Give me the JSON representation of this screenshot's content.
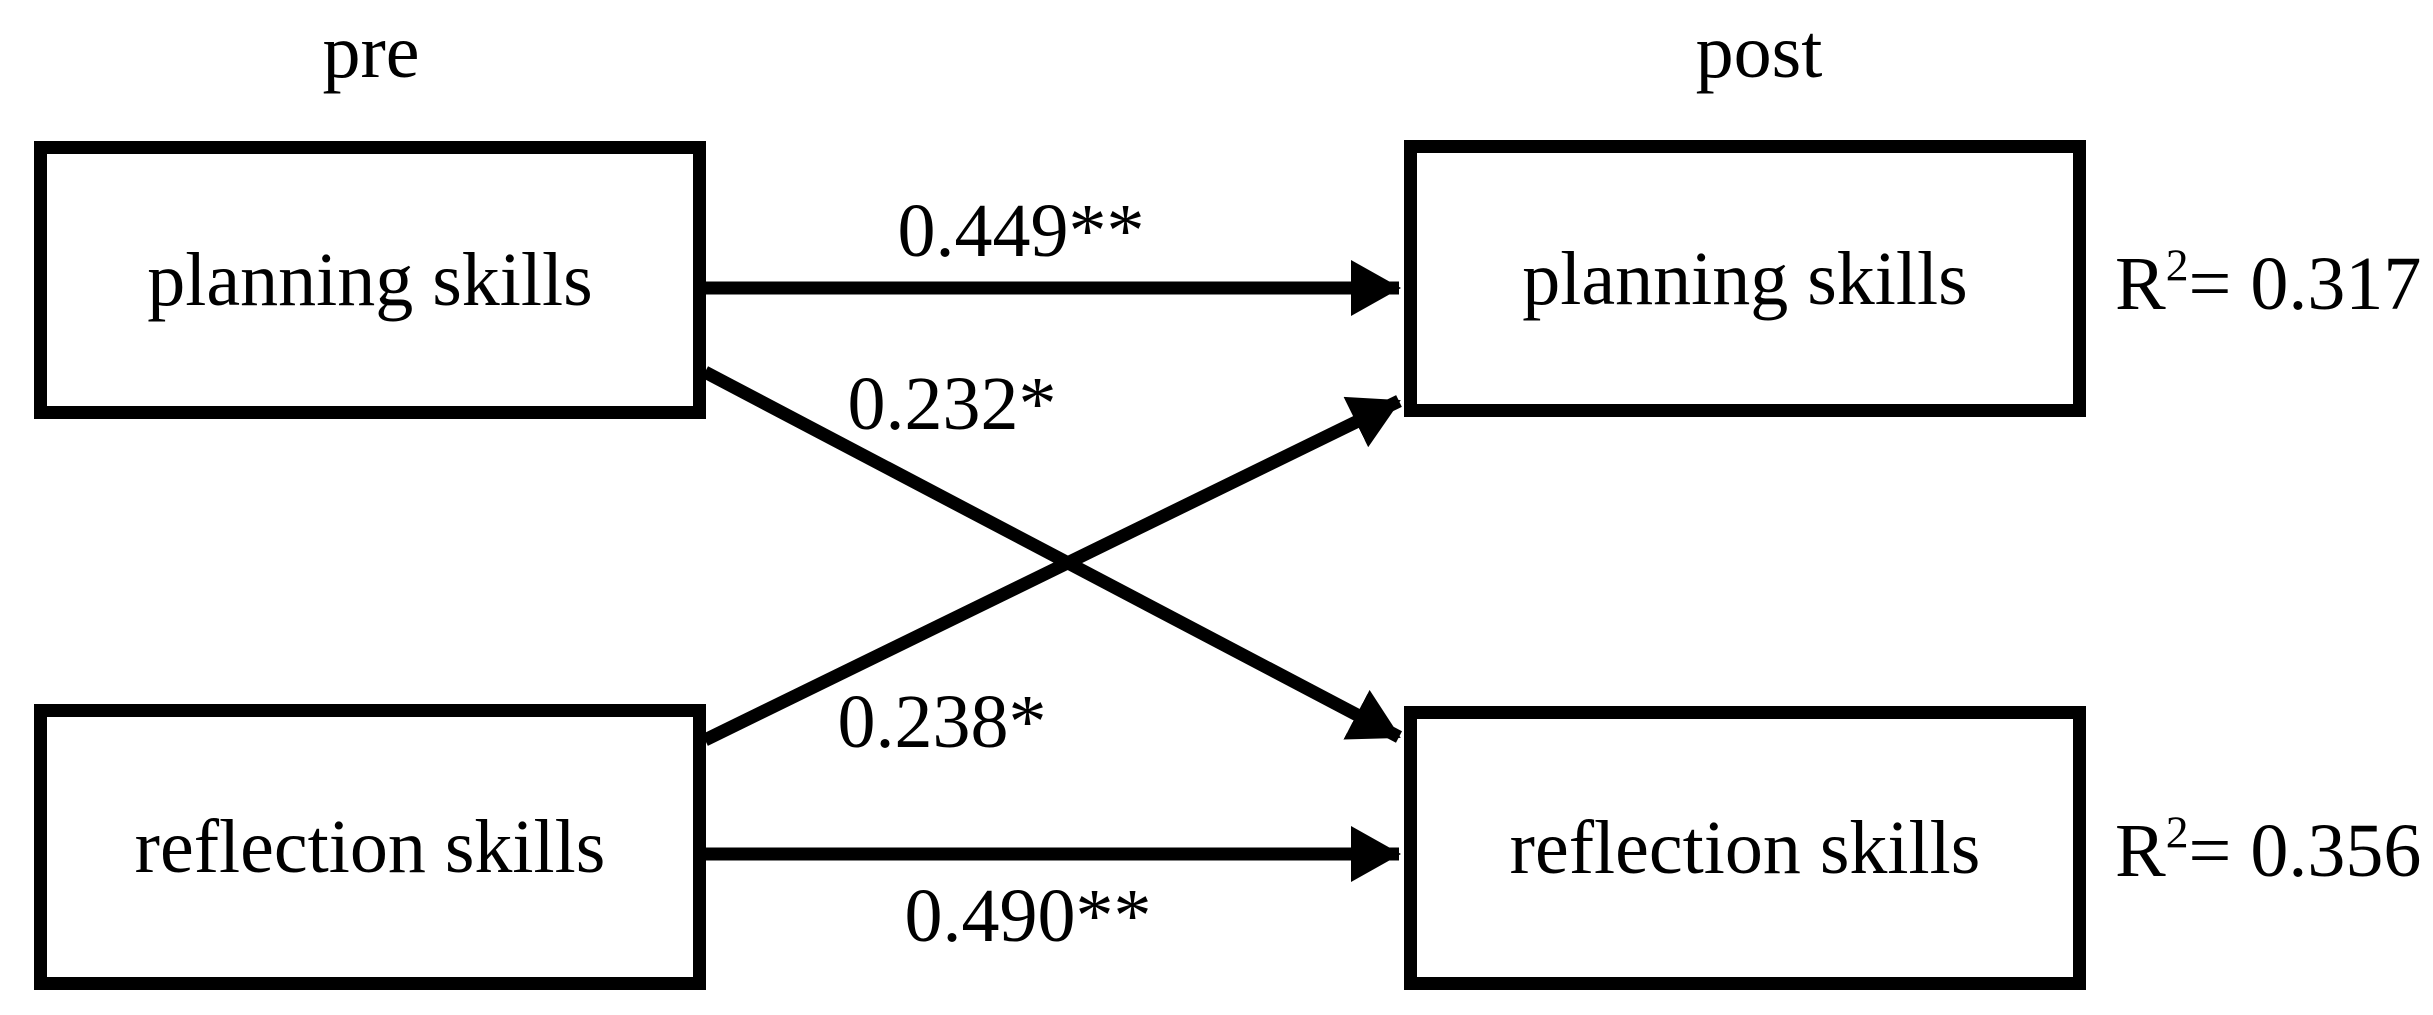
{
  "diagram": {
    "type": "path-model",
    "columns": {
      "pre": "pre",
      "post": "post"
    },
    "boxes": {
      "pre_planning": {
        "label": "planning skills"
      },
      "pre_reflection": {
        "label": "reflection skills"
      },
      "post_planning": {
        "label": "planning skills"
      },
      "post_reflection": {
        "label": "reflection skills"
      }
    },
    "paths": {
      "planning_to_planning": {
        "label": "0.449**"
      },
      "planning_to_reflection": {
        "label": "0.232*"
      },
      "reflection_to_planning": {
        "label": "0.238*"
      },
      "reflection_to_reflection": {
        "label": "0.490**"
      }
    },
    "r_squared": {
      "post_planning": {
        "base": "R",
        "exponent": "2",
        "value": "= 0.317"
      },
      "post_reflection": {
        "base": "R",
        "exponent": "2",
        "value": "= 0.356"
      }
    },
    "colors": {
      "ink": "#000000",
      "background": "#ffffff"
    }
  }
}
